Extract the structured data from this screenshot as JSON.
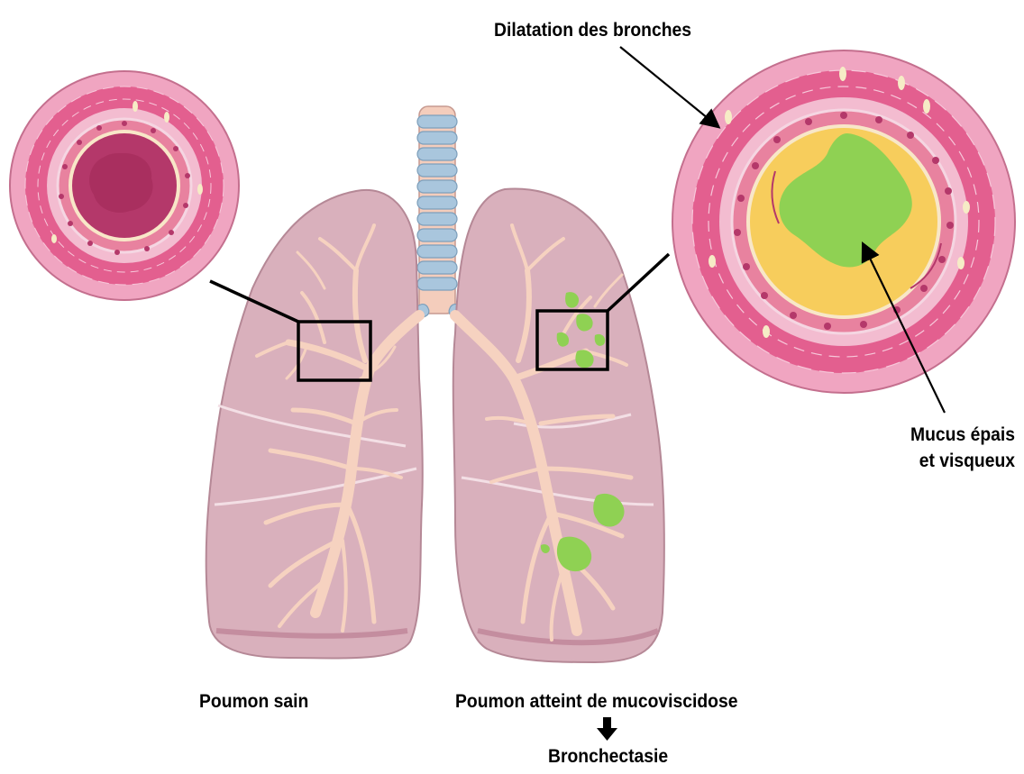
{
  "labels": {
    "dilatation": "Dilatation des bronches",
    "mucus_line1": "Mucus épais",
    "mucus_line2": "et visqueux",
    "healthy_lung": "Poumon sain",
    "affected_lung": "Poumon atteint de mucoviscidose",
    "result": "Bronchectasie"
  },
  "colors": {
    "lung_fill": "#d9b0bc",
    "lung_outline": "#b58896",
    "bronchi": "#f6d2c0",
    "trachea_rings": "#a9c6dd",
    "wall_outer": "#e35f8f",
    "wall_pale": "#f3bcd0",
    "lumen_healthy": "#b4386a",
    "mucus_yellow": "#f7cd5c",
    "mucus_green": "#8fd153"
  }
}
